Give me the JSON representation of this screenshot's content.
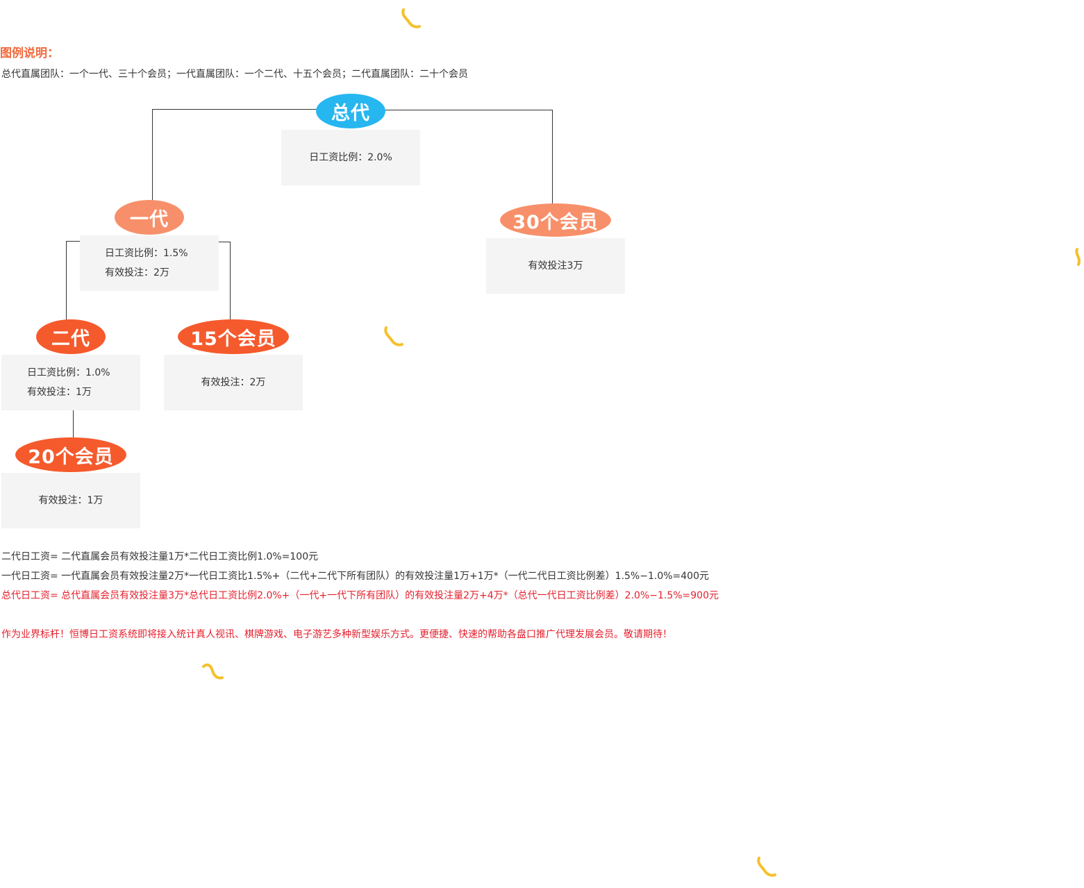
{
  "legend": {
    "title": "图例说明：",
    "description": "总代直属团队：一个一代、三十个会员；一代直属团队：一个二代、十五个会员；二代直属团队：二十个会员"
  },
  "colors": {
    "top_agent": "#26b6f0",
    "first_agent": "#f7906a",
    "second_agent": "#f55a2c",
    "box_bg": "#f4f4f4",
    "highlight_text": "#e5202d",
    "legend_title": "#f26a3d",
    "ribbon": "#f5c02a"
  },
  "nodes": {
    "top": {
      "label": "总代",
      "box_lines": [
        "日工资比例：2.0%"
      ]
    },
    "first": {
      "label": "一代",
      "box_lines": [
        "日工资比例：1.5%",
        "有效投注：2万"
      ]
    },
    "members30": {
      "label": "30个会员",
      "box_lines": [
        "有效投注3万"
      ]
    },
    "second": {
      "label": "二代",
      "box_lines": [
        "日工资比例：1.0%",
        "有效投注：1万"
      ]
    },
    "members15": {
      "label": "15个会员",
      "box_lines": [
        "有效投注：2万"
      ]
    },
    "members20": {
      "label": "20个会员",
      "box_lines": [
        "有效投注：1万"
      ]
    }
  },
  "formulas": {
    "second": "二代日工资= 二代直属会员有效投注量1万*二代日工资比例1.0%=100元",
    "first": "一代日工资= 一代直属会员有效投注量2万*一代日工资比1.5%+（二代+二代下所有团队）的有效投注量1万+1万*（一代二代日工资比例差）1.5%−1.0%=400元",
    "top": "总代日工资= 总代直属会员有效投注量3万*总代日工资比例2.0%+（一代+一代下所有团队）的有效投注量2万+4万*（总代一代日工资比例差）2.0%−1.5%=900元"
  },
  "announcement": "作为业界标杆！恒博日工资系统即将接入统计真人视讯、棋牌游戏、电子游艺多种新型娱乐方式。更便捷、快速的帮助各盘口推广代理发展会员。敬请期待！"
}
